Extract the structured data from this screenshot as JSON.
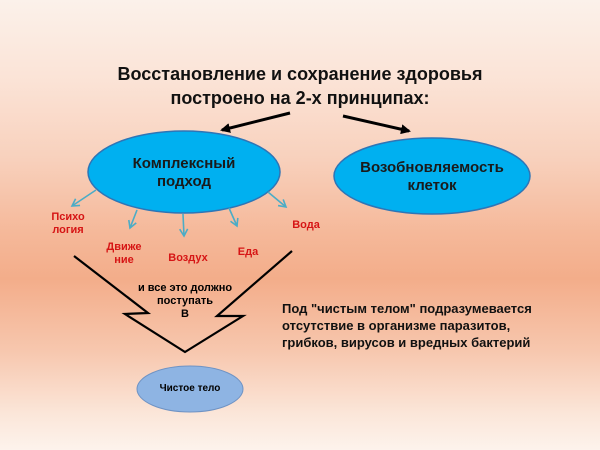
{
  "title": {
    "line1": "Восстановление и сохранение здоровья",
    "line2": "построено на 2-х принципах:"
  },
  "principles": {
    "left": {
      "line1": "Комплексный",
      "line2": "подход"
    },
    "right": {
      "line1": "Возобновляемость",
      "line2": "клеток"
    }
  },
  "components": [
    {
      "line1": "Психо",
      "line2": "логия"
    },
    {
      "line1": "Движе",
      "line2": "ние"
    },
    {
      "line1": "Воздух",
      "line2": ""
    },
    {
      "line1": "Еда",
      "line2": ""
    },
    {
      "line1": "Вода",
      "line2": ""
    }
  ],
  "funnel_text": {
    "line1": "и все это должно",
    "line2": "поступать",
    "line3": "в"
  },
  "result": "Чистое тело",
  "explanation": {
    "line1": "Под \"чистым телом\" подразумевается",
    "line2": "отсутствие в организме паразитов,",
    "line3": "грибков, вирусов и вредных бактерий"
  },
  "colors": {
    "ellipse_fill": "#00b0f0",
    "small_ellipse_fill": "#8eb4e3",
    "small_arrow": "#4bacc6",
    "label_red": "#d61515"
  }
}
